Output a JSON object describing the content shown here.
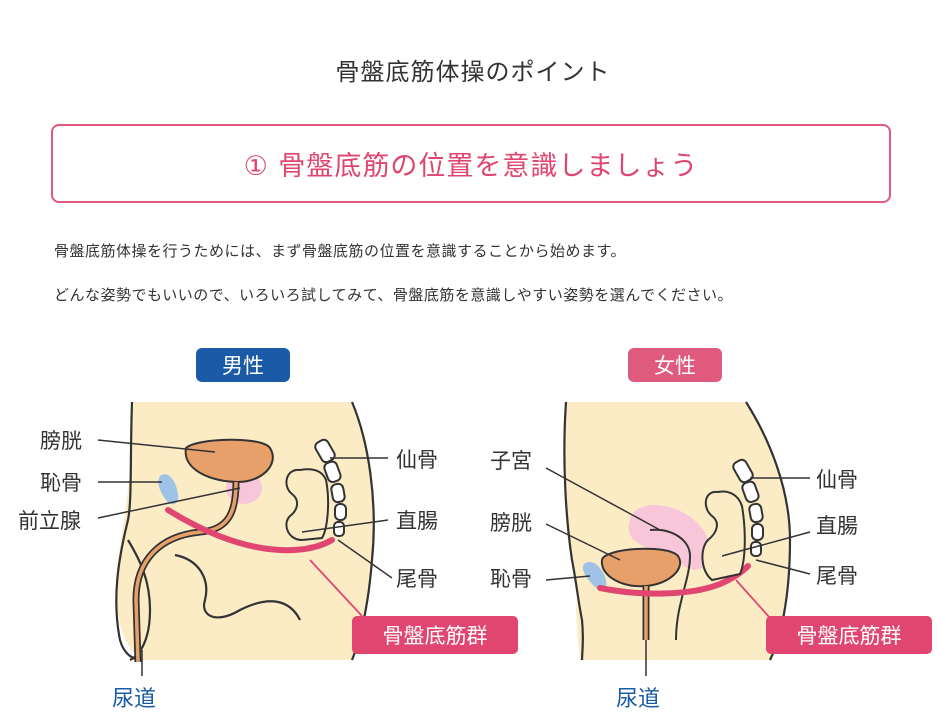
{
  "title": "骨盤底筋体操のポイント",
  "step": {
    "title": "① 骨盤底筋の位置を意識しましょう"
  },
  "description": [
    "骨盤底筋体操を行うためには、まず骨盤底筋の位置を意識することから始めます。",
    "どんな姿勢でもいいので、いろいろ試してみて、骨盤底筋を意識しやすい姿勢を選んでください。"
  ],
  "colors": {
    "accent_pink": "#e0466f",
    "male_badge": "#1a5aa6",
    "female_badge": "#e05a7e",
    "skin": "#fbecc6",
    "organ": "#e8a06a",
    "pale_pink": "#f7c6d8",
    "bone_blue": "#9ec3e6",
    "label_blue": "#1a5aa6"
  },
  "male": {
    "badge": "男性",
    "labels": {
      "bladder": "膀胱",
      "pubic_bone": "恥骨",
      "prostate": "前立腺",
      "sacrum": "仙骨",
      "rectum": "直腸",
      "coccyx": "尾骨",
      "urethra": "尿道"
    },
    "muscle_label": "骨盤底筋群"
  },
  "female": {
    "badge": "女性",
    "labels": {
      "uterus": "子宮",
      "bladder": "膀胱",
      "pubic_bone": "恥骨",
      "sacrum": "仙骨",
      "rectum": "直腸",
      "coccyx": "尾骨",
      "urethra": "尿道"
    },
    "muscle_label": "骨盤底筋群"
  }
}
